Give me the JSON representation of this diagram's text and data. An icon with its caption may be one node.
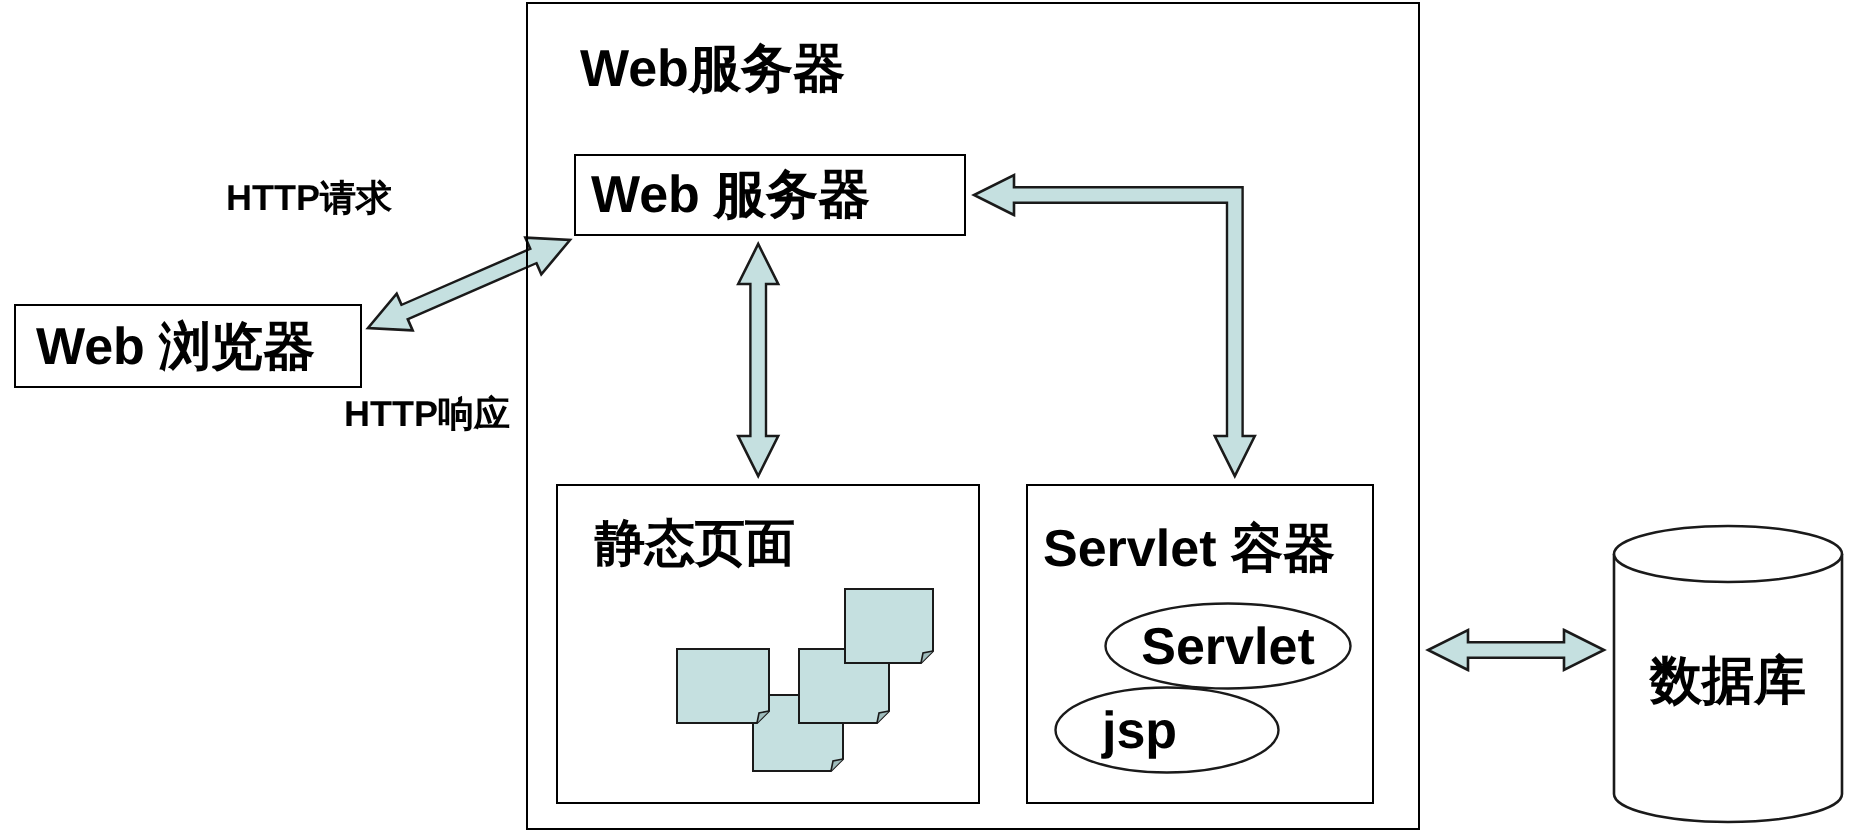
{
  "diagram": {
    "nodes": [
      {
        "text": [
          "Web 浏览器"
        ]
      },
      {
        "text": [
          "Web服务器"
        ]
      },
      {
        "text": [
          "Web 服务器"
        ],
        "in": 1
      },
      {
        "text": [
          "静态页面"
        ],
        "in": 1
      },
      {
        "text": [
          "Servlet 容器"
        ],
        "in": 1
      },
      {
        "text": [
          "Servlet"
        ],
        "in": 4
      },
      {
        "text": [
          "jsp"
        ],
        "in": 4
      },
      {
        "text": [
          "数据库"
        ]
      }
    ],
    "edges": [
      {
        "from": 0,
        "to": 2,
        "arrow": "both"
      },
      {
        "from": 2,
        "to": 3,
        "arrow": "both"
      },
      {
        "from": 2,
        "to": 4,
        "arrow": "both"
      },
      {
        "from": 1,
        "to": 7,
        "arrow": "both"
      }
    ],
    "labels": [
      "HTTP请求",
      "HTTP响应"
    ]
  }
}
